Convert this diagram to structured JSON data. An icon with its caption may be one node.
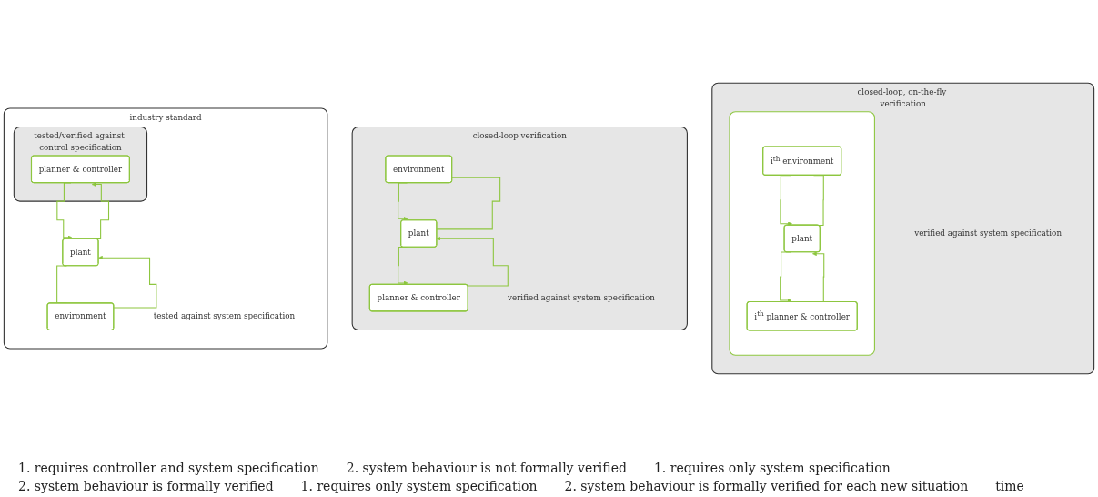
{
  "diagram": {
    "nodes": [
      {
        "text": [
          "industry standard",
          "tested against system specification"
        ]
      },
      {
        "text": [
          "environment"
        ],
        "in": 0
      },
      {
        "text": [
          "plant"
        ],
        "in": 0
      },
      {
        "text": [
          "tested/verified against control specification"
        ],
        "in": 0
      },
      {
        "text": [
          "planner & controller"
        ],
        "in": 3
      },
      {
        "text": [
          "closed-loop verification",
          "verified against system specification"
        ]
      },
      {
        "text": [
          "environment"
        ],
        "in": 5
      },
      {
        "text": [
          "plant"
        ],
        "in": 5
      },
      {
        "text": [
          "planner & controller"
        ],
        "in": 5
      },
      {
        "text": [
          "closed-loop, on-the-fly verification",
          "verified against system specification"
        ]
      },
      {
        "text": [],
        "shape": "box",
        "in": 9
      },
      {
        "text": [
          "i$^{th}$ environment"
        ],
        "in": 10
      },
      {
        "text": [
          "plant"
        ],
        "in": 10
      },
      {
        "text": [
          "i$^{th}$ planner & controller"
        ],
        "in": 10
      }
    ],
    "edges": [
      {
        "from": 2,
        "to": 1,
        "arrow": "none"
      },
      {
        "from": 1,
        "to": 2,
        "arrow": "to"
      },
      {
        "from": 2,
        "to": 4,
        "arrow": "to"
      },
      {
        "from": 4,
        "to": 2,
        "arrow": "to"
      },
      {
        "from": 7,
        "to": 6,
        "arrow": "none"
      },
      {
        "from": 6,
        "to": 7,
        "arrow": "to"
      },
      {
        "from": 7,
        "to": 8,
        "arrow": "to"
      },
      {
        "from": 8,
        "to": 7,
        "arrow": "to"
      },
      {
        "from": 12,
        "to": 11,
        "arrow": "none"
      },
      {
        "from": 11,
        "to": 12,
        "arrow": "to"
      },
      {
        "from": 12,
        "to": 13,
        "arrow": "to"
      },
      {
        "from": 13,
        "to": 12,
        "arrow": "to"
      }
    ],
    "labels": [
      "1. requires controller and system specification",
      "2. system behaviour is not formally verified",
      "1. requires only system specification",
      "2. system behaviour is formally verified",
      "1. requires only system specification",
      "2. system behaviour is formally verified for each new situation",
      "time"
    ]
  }
}
